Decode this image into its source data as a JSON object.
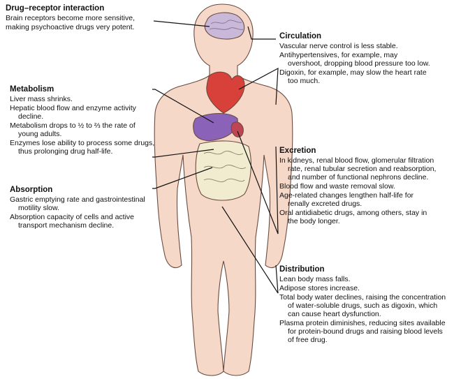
{
  "colors": {
    "skin": "#f6d8c8",
    "skin_outline": "#6b4a3f",
    "brain": "#c9b8d8",
    "heart": "#d8403a",
    "liver": "#8a63b8",
    "kidney": "#c04552",
    "intestine": "#f1ecd0",
    "leader_line": "#111111"
  },
  "sections": {
    "drug_receptor": {
      "title": "Drug–receptor interaction",
      "lines": [
        "Brain receptors become more sensitive,",
        "making psychoactive drugs very potent."
      ]
    },
    "circulation": {
      "title": "Circulation",
      "items": [
        "Vascular nerve control is less stable.",
        "Antihypertensives, for example, may overshoot, dropping blood pressure too low.",
        "Digoxin, for example, may slow the heart rate too much."
      ]
    },
    "metabolism": {
      "title": "Metabolism",
      "items": [
        "Liver mass shrinks.",
        "Hepatic blood flow and enzyme activity decline.",
        "Metabolism drops to ½ to ⅔ the rate of young adults.",
        "Enzymes lose ability to process some drugs, thus prolonging drug half-life."
      ]
    },
    "excretion": {
      "title": "Excretion",
      "items": [
        "In kidneys, renal blood flow, glomerular filtration rate, renal tubular secretion and reabsorption, and number of functional nephrons decline.",
        "Blood flow and waste removal slow.",
        "Age-related changes lengthen half-life for renally excreted drugs.",
        "Oral antidiabetic drugs, among others, stay in the body longer."
      ]
    },
    "absorption": {
      "title": "Absorption",
      "items": [
        "Gastric emptying rate and gastrointestinal motility slow.",
        "Absorption capacity of cells and active transport mechanism decline."
      ]
    },
    "distribution": {
      "title": "Distribution",
      "items": [
        "Lean body mass falls.",
        "Adipose stores increase.",
        "Total body water declines, raising the concentration of water-soluble drugs, such as digoxin, which can cause heart dysfunction.",
        "Plasma protein diminishes, reducing sites available for protein-bound drugs and raising blood levels of free drug."
      ]
    }
  }
}
